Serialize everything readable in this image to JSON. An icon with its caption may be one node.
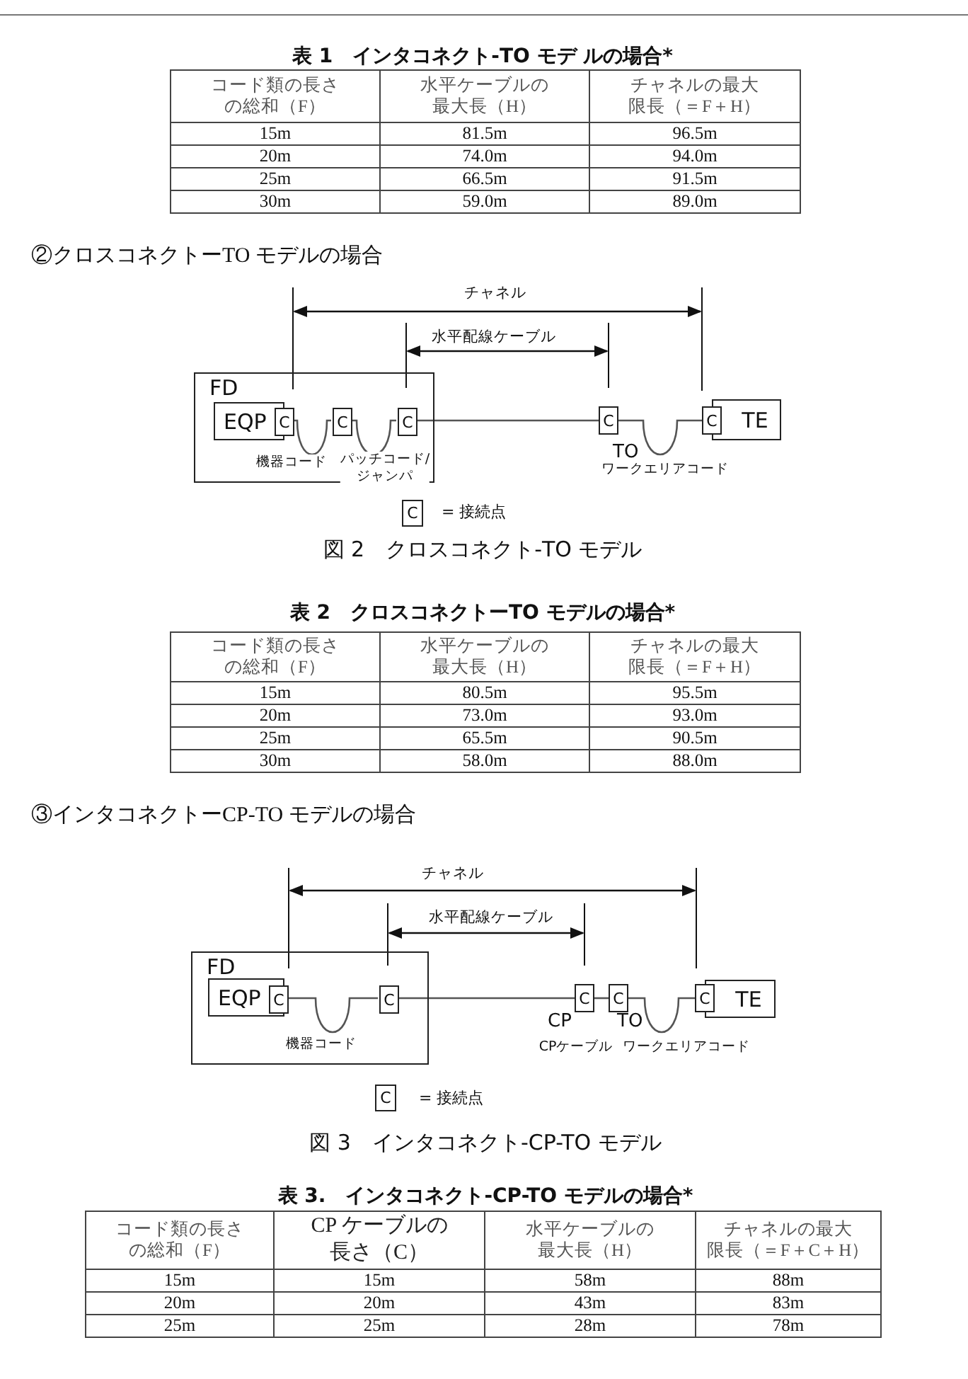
{
  "diagram": {
    "nodes": [
      {
        "text": [
          "FD"
        ]
      },
      {
        "text": [
          "EQP"
        ],
        "in": 0
      },
      {
        "text": [
          "C"
        ],
        "in": 0
      },
      {
        "text": [
          "C"
        ],
        "in": 0
      },
      {
        "text": [
          "C"
        ],
        "in": 0
      },
      {
        "text": [
          "C"
        ],
        "beside": [
          "TO"
        ]
      },
      {
        "text": [
          "C"
        ]
      },
      {
        "text": [
          "TE"
        ]
      },
      {
        "text": [
          "C"
        ],
        "beside": [
          "= 接続点"
        ]
      },
      {
        "text": [
          "FD"
        ]
      },
      {
        "text": [
          "EQP"
        ],
        "in": 9
      },
      {
        "text": [
          "C"
        ],
        "in": 9
      },
      {
        "text": [
          "C"
        ],
        "in": 9
      },
      {
        "text": [
          "C"
        ],
        "beside": [
          "CP"
        ]
      },
      {
        "text": [
          "C"
        ],
        "beside": [
          "TO"
        ]
      },
      {
        "text": [
          "C"
        ]
      },
      {
        "text": [
          "TE"
        ]
      },
      {
        "text": [
          "C"
        ],
        "beside": [
          "= 接続点"
        ]
      }
    ],
    "edges": [
      {
        "from": 2,
        "to": 3,
        "arrow": "none",
        "label": "機器コード"
      },
      {
        "from": 3,
        "to": 4,
        "arrow": "none",
        "label": "パッチコード/ジャンパ"
      },
      {
        "from": 4,
        "to": 5,
        "arrow": "none"
      },
      {
        "from": 5,
        "to": 6,
        "arrow": "none",
        "label": "ワークエリアコード"
      },
      {
        "from": 11,
        "to": 12,
        "arrow": "none",
        "label": "機器コード"
      },
      {
        "from": 12,
        "to": 13,
        "arrow": "none"
      },
      {
        "from": 13,
        "to": 14,
        "arrow": "none",
        "label": "CPケーブル"
      },
      {
        "from": 14,
        "to": 15,
        "arrow": "none",
        "label": "ワークエリアコード"
      }
    ],
    "labels": [
      "表 1　インタコネクト-TO モデ ルの場合*",
      "コード類の長さの総和（F）",
      "水平ケーブルの最大長（H）",
      "チャネルの最大限長（＝F＋H）",
      "15m",
      "81.5m",
      "96.5m",
      "20m",
      "74.0m",
      "94.0m",
      "25m",
      "66.5m",
      "91.5m",
      "30m",
      "59.0m",
      "89.0m",
      "②クロスコネクトーTO モデルの場合",
      "チャネル",
      "水平配線ケーブル",
      "図 2　クロスコネクト-TO モデル",
      "表 2　クロスコネクトーTO モデルの場合*",
      "コード類の長さの総和（F）",
      "水平ケーブルの最大長（H）",
      "チャネルの最大限長（＝F＋H）",
      "15m",
      "80.5m",
      "95.5m",
      "20m",
      "73.0m",
      "93.0m",
      "25m",
      "65.5m",
      "90.5m",
      "30m",
      "58.0m",
      "88.0m",
      "③インタコネクトーCP-TO モデルの場合",
      "チャネル",
      "水平配線ケーブル",
      "図 3　インタコネクト-CP-TO モデル",
      "表 3.　インタコネクト-CP-TO モデルの場合*",
      "コード類の長さの総和（F）",
      "CP ケーブルの長さ（C）",
      "水平ケーブルの最大長（H）",
      "チャネルの最大限長（＝F＋C＋H）",
      "15m",
      "15m",
      "58m",
      "88m",
      "20m",
      "20m",
      "43m",
      "83m",
      "25m",
      "25m",
      "28m",
      "78m"
    ]
  }
}
